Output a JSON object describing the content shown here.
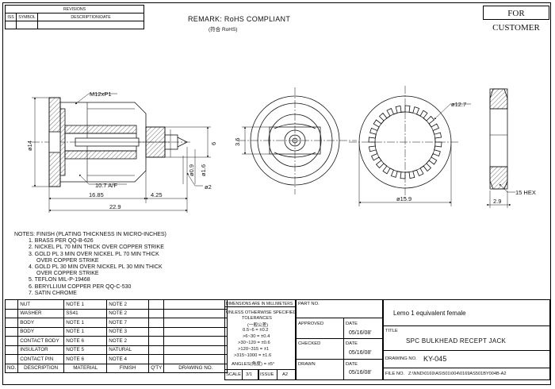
{
  "revisions": {
    "title": "REVISIONS",
    "iss": "ISS",
    "symbol": "SYMBOL",
    "desc": "DESCRIPTION\\DATE"
  },
  "remark": "REMARK: RoHS COMPLIANT",
  "remark_cn": "(符合 RoHS)",
  "for_customer": "FOR CUSTOMER",
  "dims": {
    "thread": "M12xP1",
    "d14": "ø14",
    "af": "10.7 A/F",
    "l1685": "16.85",
    "l425": "4.25",
    "l229": "22.9",
    "d09": "ø0.9",
    "d16": "ø1.6",
    "d2": "ø2",
    "d6": "6",
    "h36": "3.6",
    "d127": "ø12.7",
    "d159": "ø15.9",
    "hex": "15 HEX",
    "w29": "2.9"
  },
  "notes": {
    "title": "NOTES: FINISH (PLATING THICKNESS IN MICRO-INCHES)",
    "items": [
      "1. BRASS PER QQ-B-626",
      "2. NICKEL PL 70 MIN THICK OVER COPPER STRIKE",
      "3. GOLD PL 3 MIN OVER NICKEL PL 70 MIN THICK",
      "OVER COPPER STRIKE",
      "4. GOLD PL 30 MIN OVER NICKEL PL 30 MIN THICK",
      "OVER COPPER STRIKE",
      "5. TEFLON MIL-P-19468",
      "6. BERYLLIUM COPPER PER QQ-C-530",
      "7. SATIN CHROME"
    ]
  },
  "bom": {
    "rows": [
      [
        "NUT",
        "NOTE 1",
        "NOTE 2"
      ],
      [
        "WASHER",
        "SS41",
        "NOTE 2"
      ],
      [
        "BODY",
        "NOTE 1",
        "NOTE 7"
      ],
      [
        "BODY",
        "NOTE 1",
        "NOTE 3"
      ],
      [
        "CONTACT BODY",
        "NOTE 6",
        "NOTE 2"
      ],
      [
        "INSULATOR",
        "NOTE 5",
        "NATURAL"
      ],
      [
        "CONTACT PIN",
        "NOTE 6",
        "NOTE 4"
      ]
    ],
    "header": [
      "NO.",
      "DESCRIPTION",
      "MATERIAL",
      "FINISH",
      "Q'TY",
      "DRAWING NO."
    ]
  },
  "titleblock": {
    "dims_mm": "DIMENSIONS ARE IN MILLIMETERS",
    "tol_title": "UNLESS OTHERWISE SPECIFIED",
    "tol_title2": "TOLERANCES",
    "tol_cn": "(一般公差)",
    "tol": [
      "0.5~6   =  ±0.2",
      ">6~30   =  ±0.4",
      ">30~120  =  ±0.6",
      ">120~315  =  ±1",
      ">315~1000  =  ±1.6",
      "ANGLES(角度)  =  ±5°"
    ],
    "scale_label": "SCALE",
    "scale": "3/1",
    "issue_label": "ISSUE",
    "issue": "A2",
    "part_no": "PART NO.",
    "part_desc": "Lemo 1 equivalent female",
    "approved": "APPROVED",
    "checked": "CHECKED",
    "drawn": "DRAWN",
    "date": "DATE",
    "date_approved": "05/16/08'",
    "date_checked": "05/16/08'",
    "date_drawn": "05/16/08'",
    "title_label": "TITLE",
    "title": "SPC BULKHEAD RECEPT JACK",
    "drawing_no_label": "DRAWING NO.",
    "drawing_no": "KY-045",
    "file_no_label": "FILE NO.",
    "file_no": "Z:\\NND\\0169\\AS\\501\\004\\0169AS501BY004B-A2"
  }
}
